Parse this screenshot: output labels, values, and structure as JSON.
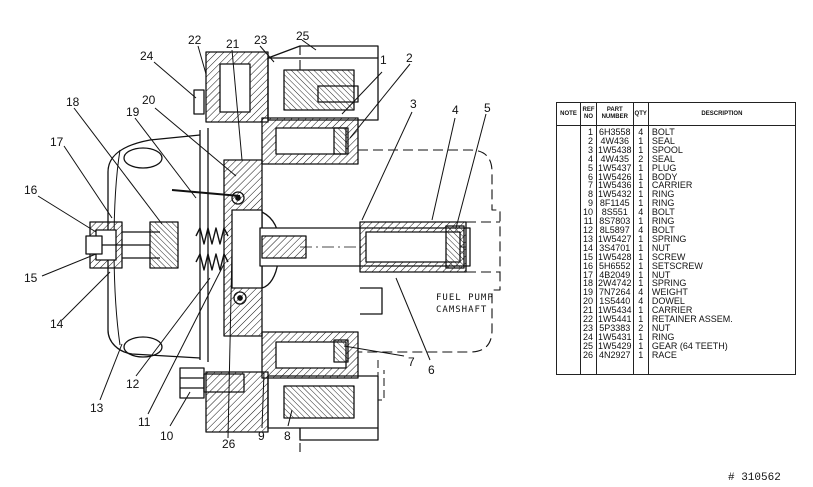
{
  "diagram": {
    "callouts": [
      "1",
      "2",
      "3",
      "4",
      "5",
      "6",
      "7",
      "8",
      "9",
      "10",
      "11",
      "12",
      "13",
      "14",
      "15",
      "16",
      "17",
      "18",
      "19",
      "20",
      "21",
      "22",
      "23",
      "24",
      "25",
      "26"
    ],
    "annotation_line1": "FUEL PUMP",
    "annotation_line2": "CAMSHAFT",
    "figure_number": "# 310562"
  },
  "table": {
    "headers": {
      "note": "NOTE",
      "ref": "REF NO",
      "part": "PART NUMBER",
      "qty": "QTY",
      "desc": "DESCRIPTION"
    },
    "rows": [
      {
        "ref": "1",
        "part": "6H3558",
        "qty": "4",
        "desc": "BOLT"
      },
      {
        "ref": "2",
        "part": "4W436",
        "qty": "1",
        "desc": "SEAL"
      },
      {
        "ref": "3",
        "part": "1W5438",
        "qty": "1",
        "desc": "SPOOL"
      },
      {
        "ref": "4",
        "part": "4W435",
        "qty": "2",
        "desc": "SEAL"
      },
      {
        "ref": "5",
        "part": "1W5437",
        "qty": "1",
        "desc": "PLUG"
      },
      {
        "ref": "6",
        "part": "1W5426",
        "qty": "1",
        "desc": "BODY"
      },
      {
        "ref": "7",
        "part": "1W5436",
        "qty": "1",
        "desc": "CARRIER"
      },
      {
        "ref": "8",
        "part": "1W5432",
        "qty": "1",
        "desc": "RING"
      },
      {
        "ref": "9",
        "part": "8F1145",
        "qty": "1",
        "desc": "RING"
      },
      {
        "ref": "10",
        "part": "8S551",
        "qty": "4",
        "desc": "BOLT"
      },
      {
        "ref": "11",
        "part": "8S7803",
        "qty": "1",
        "desc": "RING"
      },
      {
        "ref": "12",
        "part": "8L5897",
        "qty": "4",
        "desc": "BOLT"
      },
      {
        "ref": "13",
        "part": "1W5427",
        "qty": "1",
        "desc": "SPRING"
      },
      {
        "ref": "14",
        "part": "3S4701",
        "qty": "1",
        "desc": "NUT"
      },
      {
        "ref": "15",
        "part": "1W5428",
        "qty": "1",
        "desc": "SCREW"
      },
      {
        "ref": "16",
        "part": "5H6552",
        "qty": "1",
        "desc": "SETSCREW"
      },
      {
        "ref": "17",
        "part": "4B2049",
        "qty": "1",
        "desc": "NUT"
      },
      {
        "ref": "18",
        "part": "2W4742",
        "qty": "1",
        "desc": "SPRING"
      },
      {
        "ref": "19",
        "part": "7N7264",
        "qty": "4",
        "desc": "WEIGHT"
      },
      {
        "ref": "20",
        "part": "1S5440",
        "qty": "4",
        "desc": "DOWEL"
      },
      {
        "ref": "21",
        "part": "1W5434",
        "qty": "1",
        "desc": "CARRIER"
      },
      {
        "ref": "22",
        "part": "1W5441",
        "qty": "1",
        "desc": "RETAINER ASSEM."
      },
      {
        "ref": "23",
        "part": "5P3383",
        "qty": "2",
        "desc": "NUT"
      },
      {
        "ref": "24",
        "part": "1W5431",
        "qty": "1",
        "desc": "RING"
      },
      {
        "ref": "25",
        "part": "1W5429",
        "qty": "1",
        "desc": "GEAR (64 TEETH)"
      },
      {
        "ref": "26",
        "part": "4N2927",
        "qty": "1",
        "desc": "RACE"
      }
    ]
  }
}
